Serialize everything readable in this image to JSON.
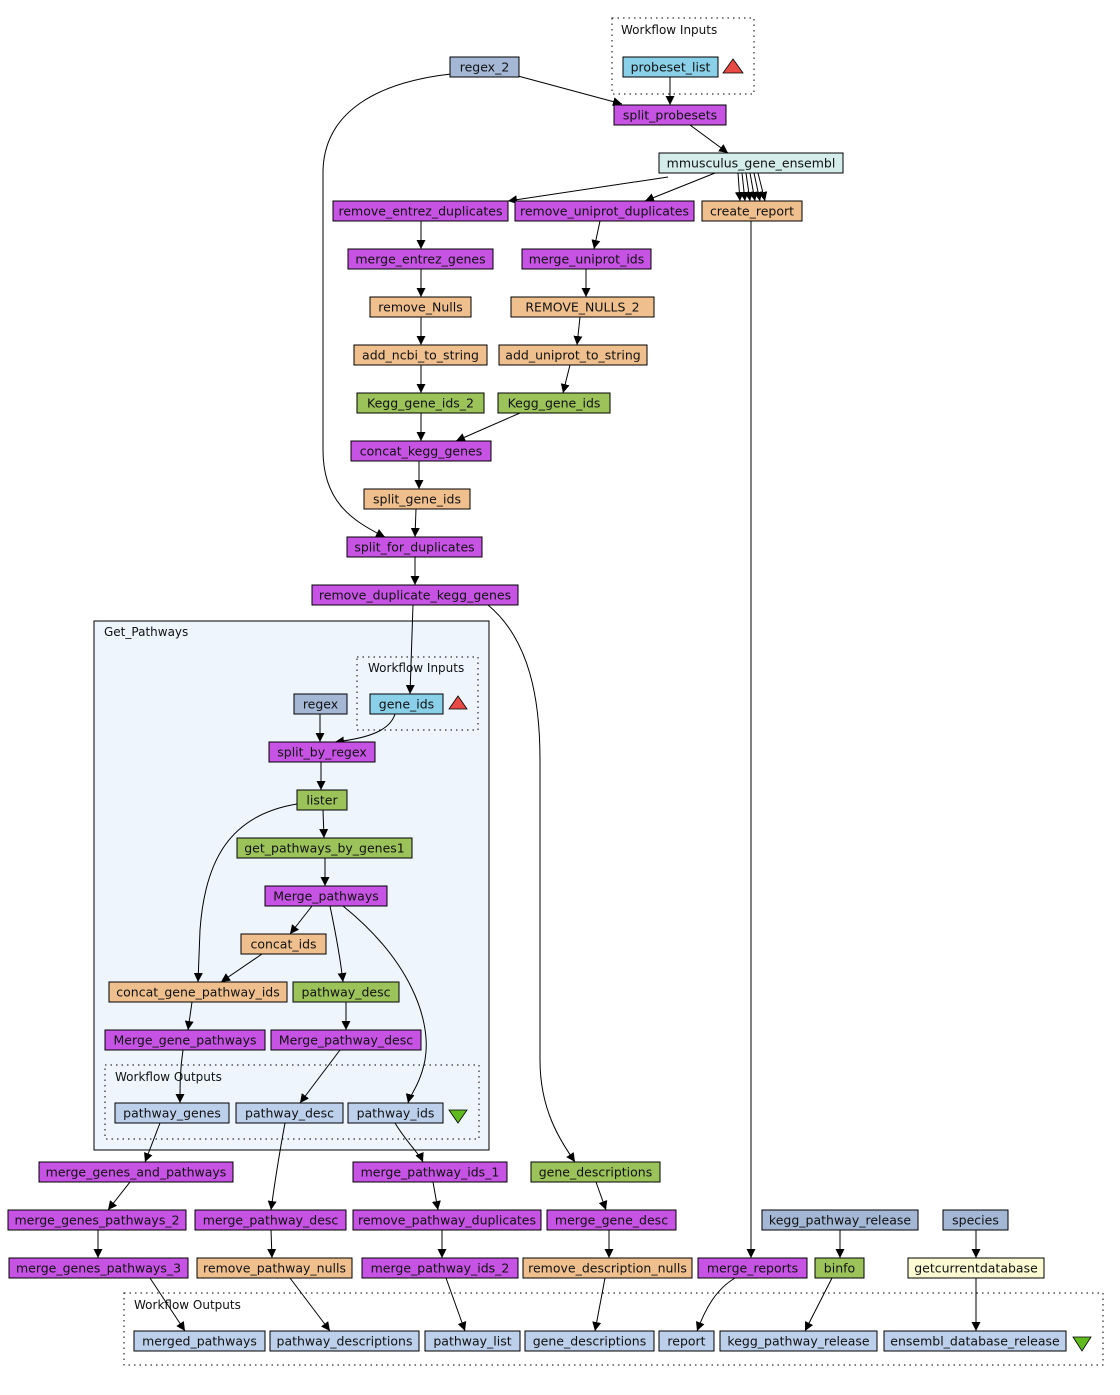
{
  "colors": {
    "purple": "#c653e4",
    "orange": "#efc08e",
    "green": "#9bc35a",
    "lightblue": "#8ad0e9",
    "steelblue": "#a4b8d6",
    "paleblue": "#bcd0ec",
    "mint": "#d4ecea",
    "cream": "#fbfad2",
    "panel": "#eef5fd",
    "input_marker": "#e84b45",
    "output_marker": "#5fba1e"
  },
  "nodes": {
    "probeset_list": {
      "label": "probeset_list",
      "kind": "lightblue"
    },
    "regex_2": {
      "label": "regex_2",
      "kind": "steelblue"
    },
    "split_probesets": {
      "label": "split_probesets",
      "kind": "purple"
    },
    "mmusculus_gene_ensembl": {
      "label": "mmusculus_gene_ensembl",
      "kind": "mint"
    },
    "remove_entrez_duplicates": {
      "label": "remove_entrez_duplicates",
      "kind": "purple"
    },
    "remove_uniprot_duplicates": {
      "label": "remove_uniprot_duplicates",
      "kind": "purple"
    },
    "create_report": {
      "label": "create_report",
      "kind": "orange"
    },
    "merge_entrez_genes": {
      "label": "merge_entrez_genes",
      "kind": "purple"
    },
    "merge_uniprot_ids": {
      "label": "merge_uniprot_ids",
      "kind": "purple"
    },
    "remove_Nulls": {
      "label": "remove_Nulls",
      "kind": "orange"
    },
    "REMOVE_NULLS_2": {
      "label": "REMOVE_NULLS_2",
      "kind": "orange"
    },
    "add_ncbi_to_string": {
      "label": "add_ncbi_to_string",
      "kind": "orange"
    },
    "add_uniprot_to_string": {
      "label": "add_uniprot_to_string",
      "kind": "orange"
    },
    "Kegg_gene_ids_2": {
      "label": "Kegg_gene_ids_2",
      "kind": "green"
    },
    "Kegg_gene_ids": {
      "label": "Kegg_gene_ids",
      "kind": "green"
    },
    "concat_kegg_genes": {
      "label": "concat_kegg_genes",
      "kind": "purple"
    },
    "split_gene_ids": {
      "label": "split_gene_ids",
      "kind": "orange"
    },
    "split_for_duplicates": {
      "label": "split_for_duplicates",
      "kind": "purple"
    },
    "remove_duplicate_kegg_genes": {
      "label": "remove_duplicate_kegg_genes",
      "kind": "purple"
    },
    "regex": {
      "label": "regex",
      "kind": "steelblue"
    },
    "gene_ids": {
      "label": "gene_ids",
      "kind": "lightblue"
    },
    "split_by_regex": {
      "label": "split_by_regex",
      "kind": "purple"
    },
    "lister": {
      "label": "lister",
      "kind": "green"
    },
    "get_pathways_by_genes1": {
      "label": "get_pathways_by_genes1",
      "kind": "green"
    },
    "Merge_pathways": {
      "label": "Merge_pathways",
      "kind": "purple"
    },
    "concat_ids": {
      "label": "concat_ids",
      "kind": "orange"
    },
    "concat_gene_pathway_ids": {
      "label": "concat_gene_pathway_ids",
      "kind": "orange"
    },
    "pathway_desc_node": {
      "label": "pathway_desc",
      "kind": "green"
    },
    "Merge_gene_pathways": {
      "label": "Merge_gene_pathways",
      "kind": "purple"
    },
    "Merge_pathway_desc": {
      "label": "Merge_pathway_desc",
      "kind": "purple"
    },
    "out_pathway_genes": {
      "label": "pathway_genes",
      "kind": "paleblue"
    },
    "out_pathway_desc": {
      "label": "pathway_desc",
      "kind": "paleblue"
    },
    "out_pathway_ids": {
      "label": "pathway_ids",
      "kind": "paleblue"
    },
    "merge_genes_and_pathways": {
      "label": "merge_genes_and_pathways",
      "kind": "purple"
    },
    "merge_pathway_ids_1": {
      "label": "merge_pathway_ids_1",
      "kind": "purple"
    },
    "gene_descriptions_node": {
      "label": "gene_descriptions",
      "kind": "green"
    },
    "merge_genes_pathways_2": {
      "label": "merge_genes_pathways_2",
      "kind": "purple"
    },
    "merge_pathway_desc": {
      "label": "merge_pathway_desc",
      "kind": "purple"
    },
    "remove_pathway_duplicates": {
      "label": "remove_pathway_duplicates",
      "kind": "purple"
    },
    "merge_gene_desc": {
      "label": "merge_gene_desc",
      "kind": "purple"
    },
    "kegg_pathway_release_in": {
      "label": "kegg_pathway_release",
      "kind": "steelblue"
    },
    "species": {
      "label": "species",
      "kind": "steelblue"
    },
    "merge_genes_pathways_3": {
      "label": "merge_genes_pathways_3",
      "kind": "purple"
    },
    "remove_pathway_nulls": {
      "label": "remove_pathway_nulls",
      "kind": "orange"
    },
    "merge_pathway_ids_2": {
      "label": "merge_pathway_ids_2",
      "kind": "purple"
    },
    "remove_description_nulls": {
      "label": "remove_description_nulls",
      "kind": "orange"
    },
    "merge_reports": {
      "label": "merge_reports",
      "kind": "purple"
    },
    "binfo": {
      "label": "binfo",
      "kind": "green"
    },
    "getcurrentdatabase": {
      "label": "getcurrentdatabase",
      "kind": "cream"
    },
    "merged_pathways": {
      "label": "merged_pathways",
      "kind": "paleblue"
    },
    "pathway_descriptions": {
      "label": "pathway_descriptions",
      "kind": "paleblue"
    },
    "pathway_list": {
      "label": "pathway_list",
      "kind": "paleblue"
    },
    "gene_descriptions_out": {
      "label": "gene_descriptions",
      "kind": "paleblue"
    },
    "report": {
      "label": "report",
      "kind": "paleblue"
    },
    "kegg_pathway_release_out": {
      "label": "kegg_pathway_release",
      "kind": "paleblue"
    },
    "ensembl_database_release": {
      "label": "ensembl_database_release",
      "kind": "paleblue"
    }
  },
  "clusters": {
    "top_inputs": {
      "label": "Workflow Inputs",
      "style": "dotted"
    },
    "get_pathways": {
      "label": "Get_Pathways",
      "style": "solid"
    },
    "inner_inputs": {
      "label": "Workflow Inputs",
      "style": "dotted"
    },
    "inner_outputs": {
      "label": "Workflow Outputs",
      "style": "dotted"
    },
    "bottom_outputs": {
      "label": "Workflow Outputs",
      "style": "dotted"
    }
  }
}
